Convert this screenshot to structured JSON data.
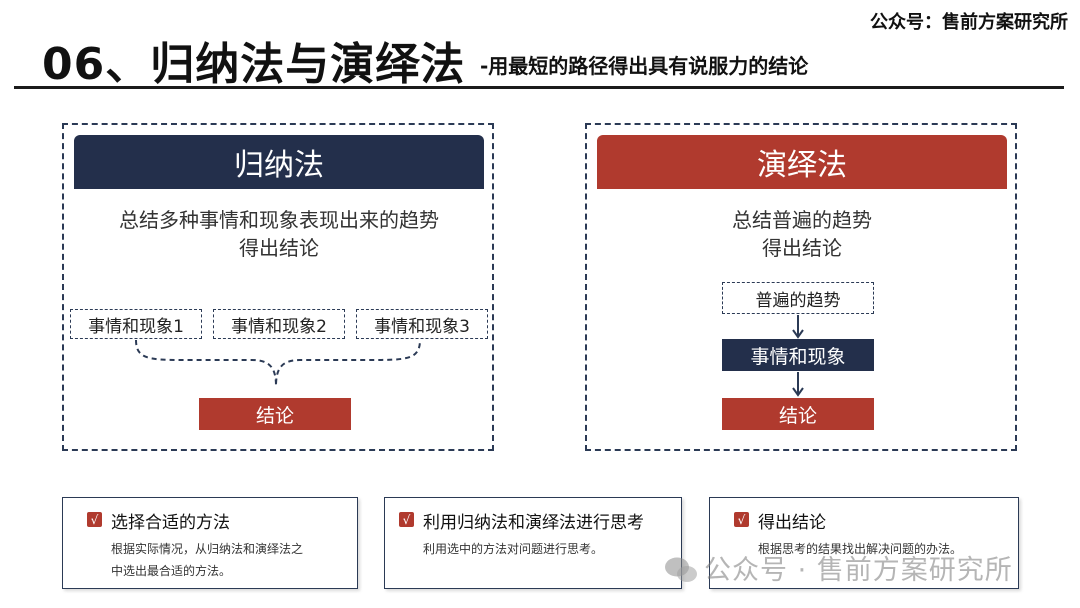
{
  "brand": "公众号：售前方案研究所",
  "title": {
    "main": "06、归纳法与演绎法",
    "sub": "-用最短的路径得出具有说服力的结论"
  },
  "left_panel": {
    "heading": "归纳法",
    "desc_line1": "总结多种事情和现象表现出来的趋势",
    "desc_line2": "得出结论",
    "events": [
      "事情和现象1",
      "事情和现象2",
      "事情和现象3"
    ],
    "conclusion": "结论"
  },
  "right_panel": {
    "heading": "演绎法",
    "desc_line1": "总结普遍的趋势",
    "desc_line2": "得出结论",
    "trend": "普遍的趋势",
    "phenomenon": "事情和现象",
    "conclusion": "结论"
  },
  "cards": [
    {
      "check": "√",
      "title": "选择合适的方法",
      "text_line1": "根据实际情况，从归纳法和演绎法之",
      "text_line2": "中选出最合适的方法。"
    },
    {
      "check": "√",
      "title": "利用归纳法和演绎法进行思考",
      "text_line1": "利用选中的方法对问题进行思考。",
      "text_line2": ""
    },
    {
      "check": "√",
      "title": "得出结论",
      "text_line1": "根据思考的结果找出解决问题的办法。",
      "text_line2": ""
    }
  ],
  "watermark": "公众号 · 售前方案研究所",
  "colors": {
    "navy": "#232f4b",
    "red": "#b03a2e"
  }
}
